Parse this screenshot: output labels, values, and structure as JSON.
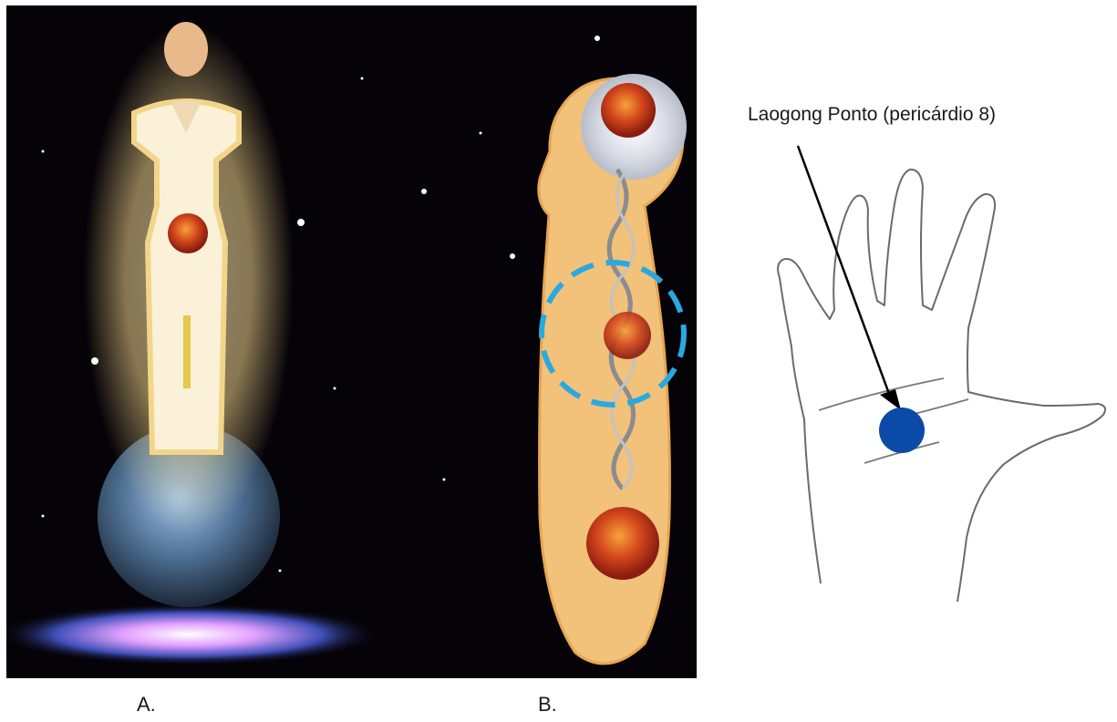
{
  "panels": {
    "a_caption": "A.",
    "b_caption": "B."
  },
  "hand": {
    "label": "Laogong Ponto (pericárdio 8)",
    "point_color": "#0b4aa6"
  },
  "colors": {
    "space_bg": "#050308",
    "body_glow": "#f3d58a",
    "highlight_circle": "#29a9e0",
    "energy_center": "#c4361a"
  }
}
